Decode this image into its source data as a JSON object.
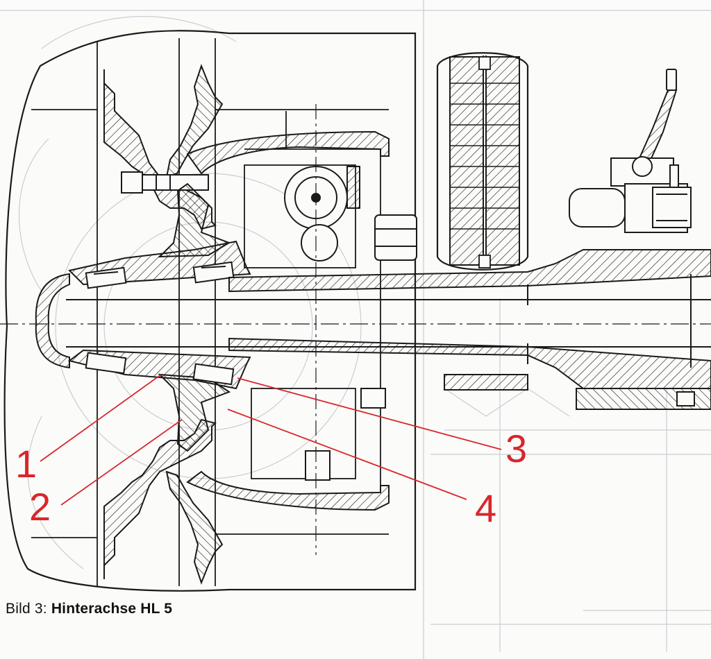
{
  "caption": {
    "prefix": "Bild 3:",
    "title": "Hinterachse HL 5"
  },
  "callouts": [
    {
      "label": "1"
    },
    {
      "label": "2"
    },
    {
      "label": "3"
    },
    {
      "label": "4"
    }
  ],
  "colors": {
    "drawing": "#1a1a1a",
    "ghost": "#c9cdd4",
    "callout": "#d8262b",
    "paper": "#fbfbf9"
  }
}
